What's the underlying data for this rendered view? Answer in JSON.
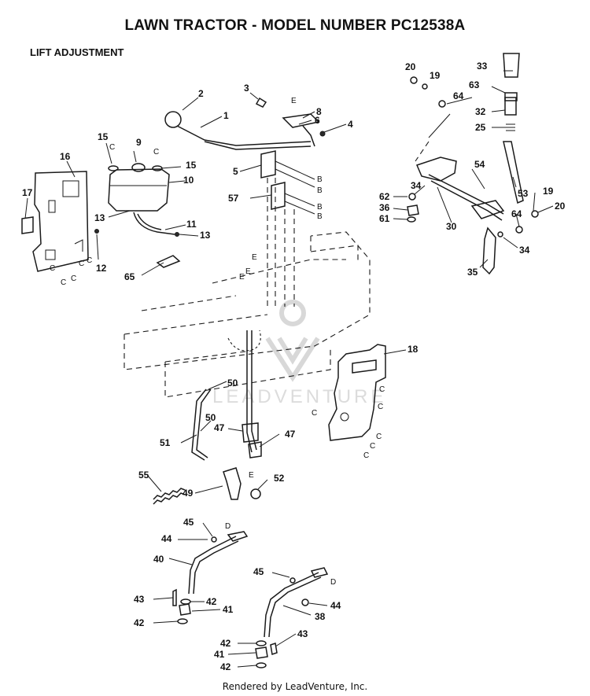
{
  "header": {
    "title": "LAWN TRACTOR - MODEL NUMBER PC12538A",
    "section": "LIFT ADJUSTMENT"
  },
  "footer": {
    "credit": "Rendered by LeadVenture, Inc."
  },
  "watermark": {
    "text": "LEADVENTURE"
  },
  "callouts": [
    "1",
    "2",
    "3",
    "4",
    "5",
    "6",
    "8",
    "9",
    "10",
    "11",
    "12",
    "13",
    "13",
    "15",
    "15",
    "16",
    "17",
    "18",
    "19",
    "19",
    "20",
    "20",
    "25",
    "30",
    "32",
    "33",
    "34",
    "34",
    "35",
    "36",
    "38",
    "40",
    "41",
    "41",
    "42",
    "42",
    "42",
    "42",
    "43",
    "43",
    "44",
    "44",
    "45",
    "45",
    "47",
    "47",
    "49",
    "50",
    "50",
    "51",
    "52",
    "53",
    "54",
    "55",
    "57",
    "61",
    "62",
    "63",
    "64",
    "64",
    "65"
  ],
  "letters": [
    "B",
    "B",
    "B",
    "B",
    "C",
    "C",
    "C",
    "C",
    "C",
    "C",
    "C",
    "C",
    "C",
    "C",
    "C",
    "C",
    "C",
    "D",
    "D",
    "E",
    "E",
    "E",
    "E",
    "E"
  ],
  "colors": {
    "ink": "#1a1a1a",
    "watermark": "#d8d8d8",
    "background": "#ffffff"
  }
}
